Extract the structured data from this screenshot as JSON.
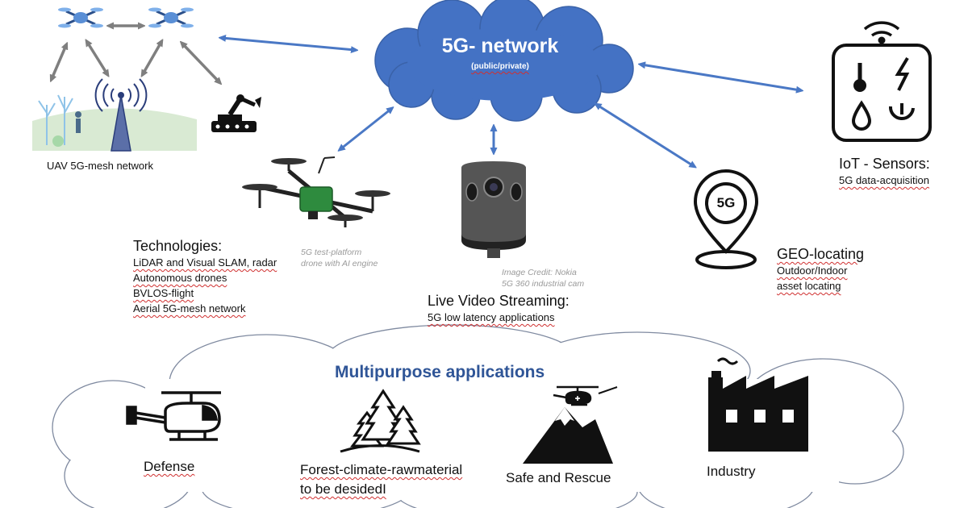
{
  "network": {
    "title": "5G- network",
    "subtitle": "(public/private)"
  },
  "uav_mesh": {
    "caption": "UAV 5G-mesh network"
  },
  "technologies": {
    "heading": "Technologies:",
    "items": [
      "LiDAR and Visual SLAM, radar",
      "Autonomous drones",
      "BVLOS-flight",
      "Aerial 5G-mesh network"
    ]
  },
  "drone_credit": {
    "line1": "5G test-platform",
    "line2": "drone with AI engine"
  },
  "camera_credit": {
    "line1": "Image Credit: Nokia",
    "line2": "5G 360 industrial cam"
  },
  "video": {
    "heading": "Live Video Streaming:",
    "sub": "5G low latency applications"
  },
  "geo": {
    "heading": "GEO-locating",
    "line1": "Outdoor/Indoor",
    "line2": "asset locating",
    "badge": "5G"
  },
  "iot": {
    "heading": "IoT - Sensors:",
    "sub": "5G data-acquisition"
  },
  "applications": {
    "title": "Multipurpose applications",
    "defense": "Defense",
    "forest_line1": "Forest-climate-rawmaterial",
    "forest_line2": "to be desidedI",
    "rescue": "Safe and Rescue",
    "industry": "Industry"
  },
  "colors": {
    "cloud_blue": "#4472c4",
    "arrow_blue": "#4a78c5",
    "arrow_gray": "#7f7f7f",
    "title_blue": "#2f5597",
    "drone_green": "#2e8b3e"
  },
  "icons": [
    "drone-icon",
    "cell-tower-icon",
    "robot-arm-icon",
    "tree-icon",
    "person-icon",
    "quadcopter-icon",
    "360-camera-icon",
    "location-pin-icon",
    "iot-sensor-icon",
    "helicopter-icon",
    "forest-icon",
    "mountain-icon",
    "factory-icon"
  ]
}
